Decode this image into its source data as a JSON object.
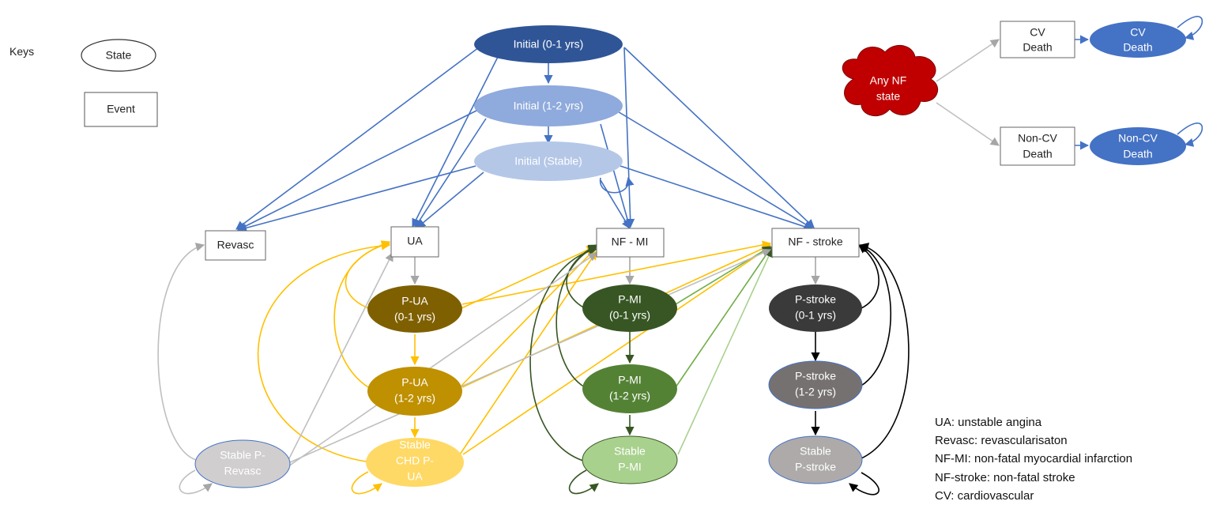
{
  "keys": {
    "title": "Keys",
    "state": "State",
    "event": "Event"
  },
  "initial": {
    "y0_1": "Initial (0-1 yrs)",
    "y1_2": "Initial (1-2 yrs)",
    "stable": "Initial (Stable)"
  },
  "events": {
    "revasc": "Revasc",
    "ua": "UA",
    "nfmi": "NF - MI",
    "nfstroke": "NF - stroke",
    "cv_death": [
      "CV",
      "Death"
    ],
    "noncv_death": [
      "Non-CV",
      "Death"
    ]
  },
  "states": {
    "pua1": [
      "P-UA",
      "(0-1 yrs)"
    ],
    "pua2": [
      "P-UA",
      "(1-2 yrs)"
    ],
    "pua3": [
      "Stable",
      "CHD P-",
      "UA"
    ],
    "pmi1": [
      "P-MI",
      "(0-1 yrs)"
    ],
    "pmi2": [
      "P-MI",
      "(1-2 yrs)"
    ],
    "pmi3": [
      "Stable",
      "P-MI"
    ],
    "pst1": [
      "P-stroke",
      "(0-1 yrs)"
    ],
    "pst2": [
      "P-stroke",
      "(1-2 yrs)"
    ],
    "pst3": [
      "Stable",
      "P-stroke"
    ],
    "prev": [
      "Stable P-",
      "Revasc"
    ],
    "anynf": [
      "Any NF",
      "state"
    ],
    "cv_death": [
      "CV",
      "Death"
    ],
    "noncv_death": [
      "Non-CV",
      "Death"
    ]
  },
  "legend": [
    "UA: unstable angina",
    "Revasc: revascularisaton",
    "NF-MI: non-fatal myocardial infarction",
    "NF-stroke:  non-fatal stroke",
    "CV: cardiovascular"
  ],
  "colors": {
    "initial": "#4472c4",
    "ua": "#ffc000",
    "mi": "#375623",
    "stroke": "#000000",
    "revasc": "#bfbfbf",
    "anynf": "#c00000",
    "death": "#4472c4"
  }
}
